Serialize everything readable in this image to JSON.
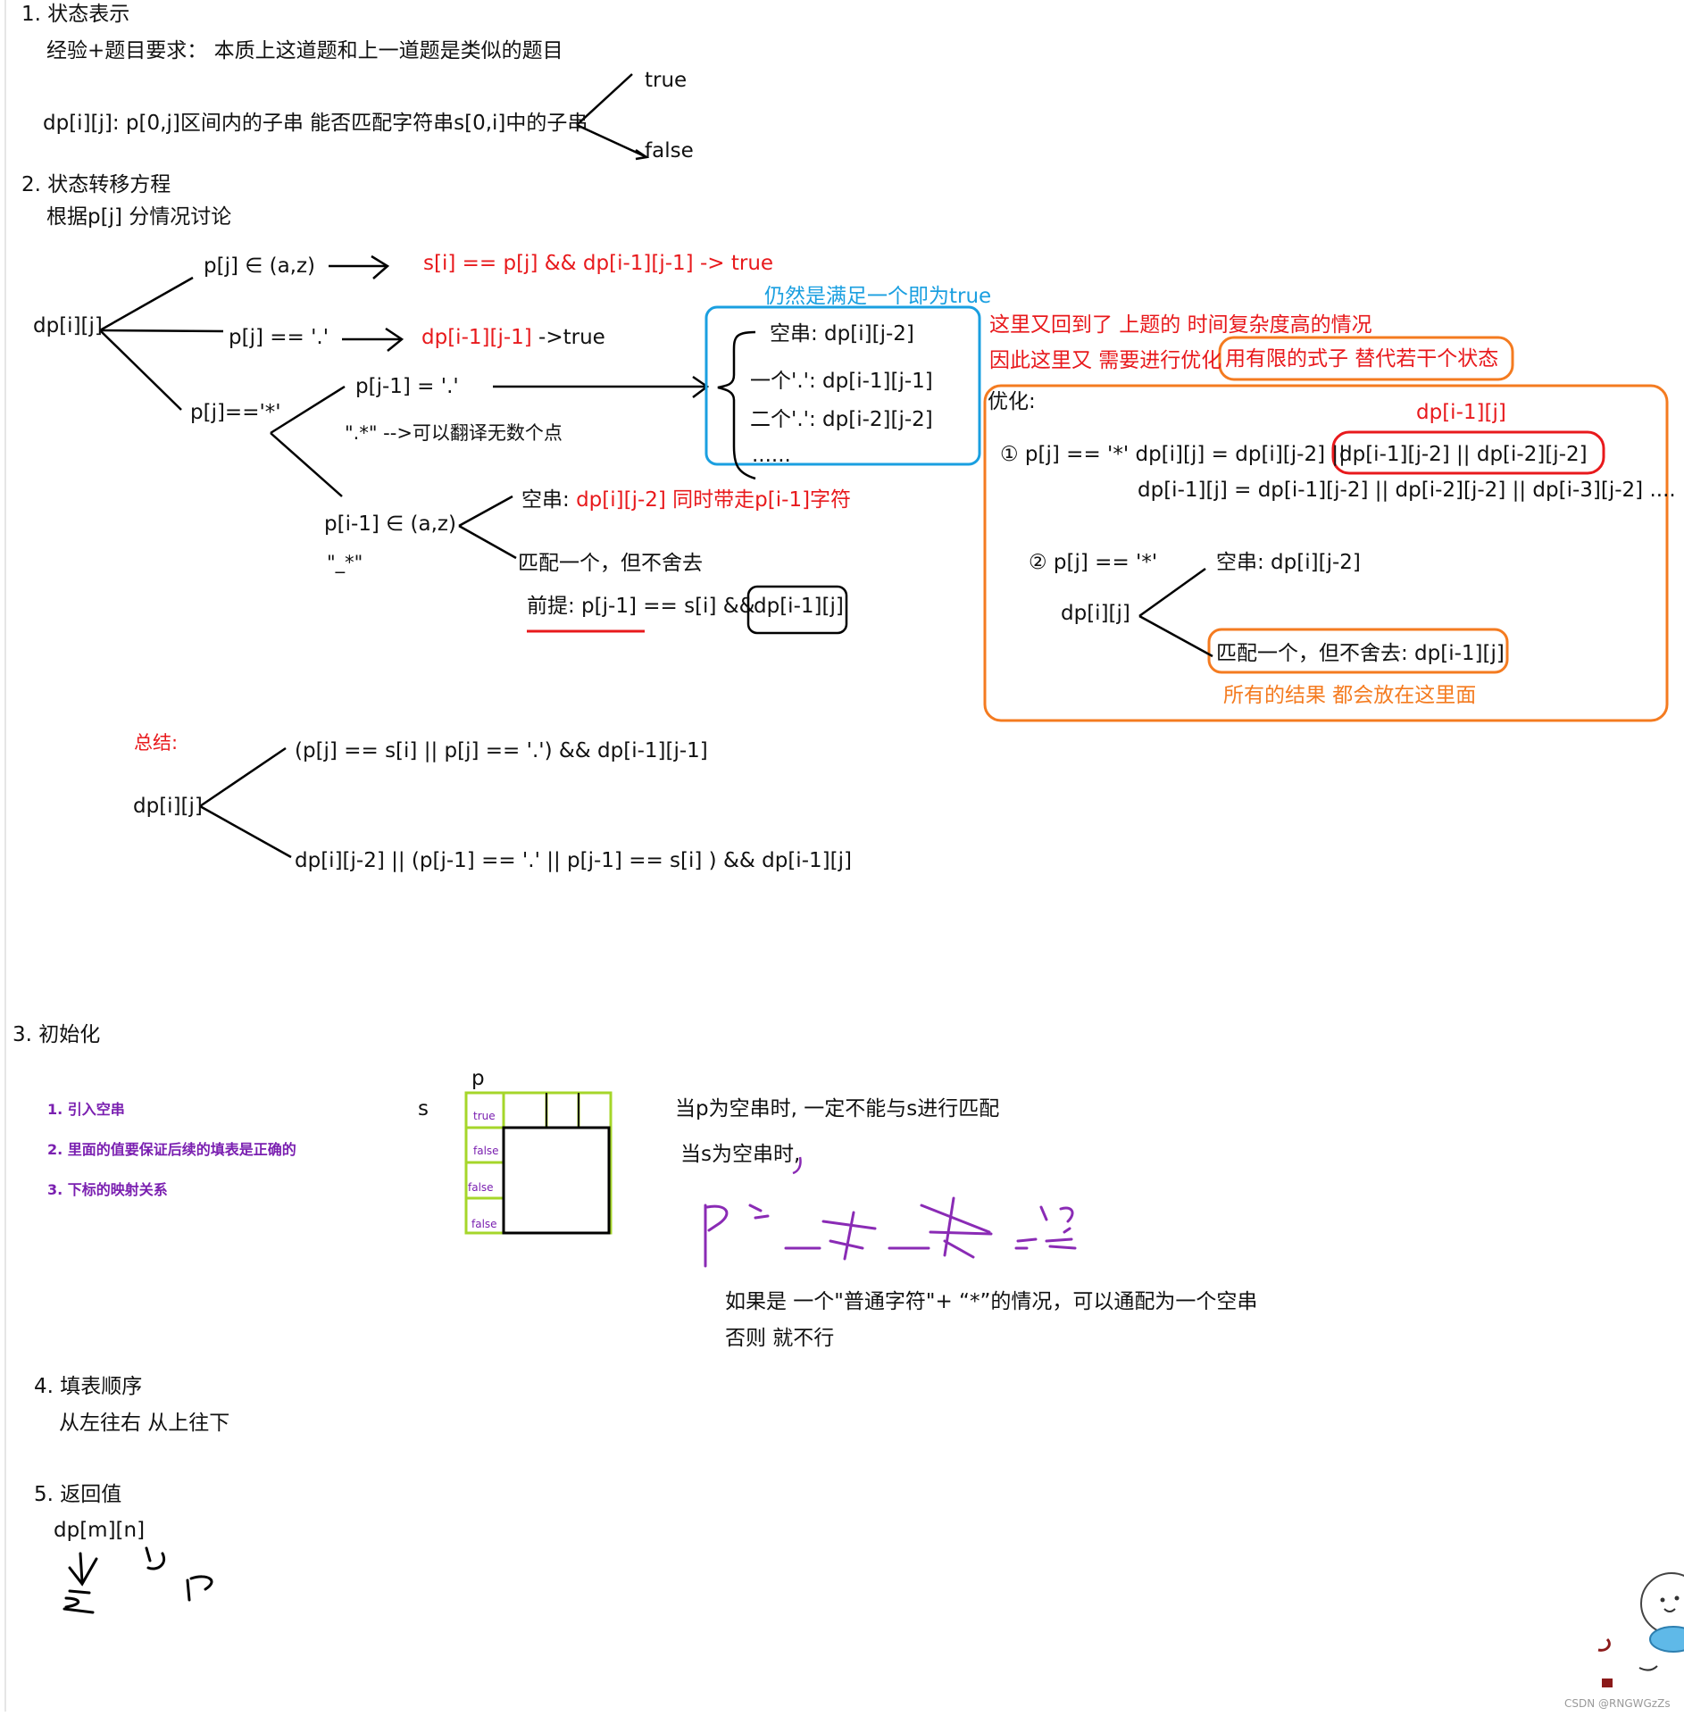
{
  "sec1": {
    "title": "1. 状态表示",
    "line1": "经验+题目要求：  本质上这道题和上一道题是类似的题目",
    "def": "dp[i][j]: p[0,j]区间内的子串 能否匹配字符串s[0,i]中的子串",
    "true_label": "true",
    "false_label": "false"
  },
  "sec2": {
    "title": "2. 状态转移方程",
    "sub": "根据p[j] 分情况讨论",
    "root": "dp[i][j]",
    "case_az": "p[j] ∈ (a,z)",
    "case_az_res": "s[i] == p[j] && dp[i-1][j-1] -> true",
    "case_dot": "p[j] == '.'",
    "case_dot_res_red": "dp[i-1][j-1]",
    "case_dot_res_black": " ->true",
    "case_star": "p[j]=='*'",
    "star_dot": "p[j-1] = '.'",
    "star_dot_note": "\".*\" -->可以翻译无数个点",
    "blue_note": "仍然是满足一个即为true",
    "blue_items": [
      "空串: dp[i][j-2]",
      "一个'.': dp[i-1][j-1]",
      "二个'.': dp[i-2][j-2]",
      "......"
    ],
    "red_note1": "这里又回到了 上题的 时间复杂度高的情况",
    "red_note2": "因此这里又 需要进行优化",
    "orange_note": "用有限的式子 替代若干个状态",
    "star_az": "p[i-1] ∈ (a,z)",
    "star_az_pattern": "\"_*\"",
    "empty_prefix": "空串: ",
    "empty_red": "dp[i][j-2] 同时带走p[i-1]字符",
    "match_one": "匹配一个，但不舍去",
    "premise_prefix": "前提: p[j-1] == s[i] &&",
    "premise_boxed": "dp[i-1][j]"
  },
  "opt": {
    "title": "优化:",
    "red_label": "dp[i-1][j]",
    "eq1_prefix": "① p[j] == '*'  dp[i][j] = dp[i][j-2] ||",
    "eq1_boxed": "dp[i-1][j-2] || dp[i-2][j-2]",
    "eq2": "dp[i-1][j] = dp[i-1][j-2] || dp[i-2][j-2] || dp[i-3][j-2] ....",
    "case2_num": "②  p[j] == '*'",
    "case2_root": "dp[i][j]",
    "case2_empty": "空串: dp[i][j-2]",
    "case2_match": "匹配一个，但不舍去: dp[i-1][j]",
    "footer": "所有的结果 都会放在这里面"
  },
  "summary": {
    "label": "总结:",
    "root": "dp[i][j]",
    "top": "(p[j] == s[i] || p[j] == '.')  && dp[i-1][j-1]",
    "bottom": "dp[i][j-2] || (p[j-1] == '.' || p[j-1] == s[i] ) && dp[i-1][j]"
  },
  "sec3": {
    "title": "3. 初始化",
    "items": [
      "1. 引入空串",
      "2. 里面的值要保证后续的填表是正确的",
      "3. 下标的映射关系"
    ],
    "grid_p": "p",
    "grid_s": "s",
    "grid_cells": [
      "true",
      "false",
      "false",
      "false"
    ],
    "note_p_empty": "当p为空串时, 一定不能与s进行匹配",
    "note_s_empty": "当s为空串时,",
    "note_rule1": "如果是 一个\"普通字符\"+ “*”的情况，可以通配为一个空串",
    "note_rule2": "否则 就不行"
  },
  "sec4": {
    "title": "4. 填表顺序",
    "body": "从左往右 从上往下"
  },
  "sec5": {
    "title": "5. 返回值",
    "body": "dp[m][n]"
  },
  "watermark": "CSDN @RNGWGzZs",
  "colors": {
    "red": "#e8191c",
    "blue": "#1a9fe0",
    "orange": "#f47b20",
    "purple": "#7a1fb0",
    "green": "#a5d62a"
  }
}
